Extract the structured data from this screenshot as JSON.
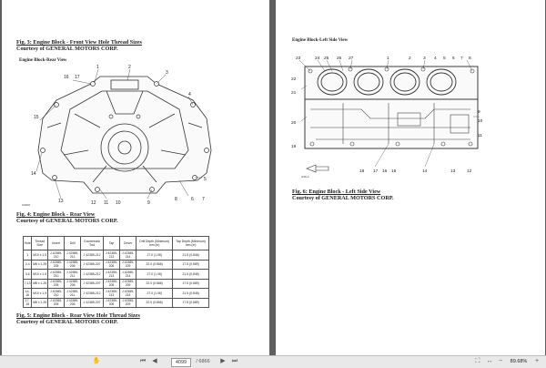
{
  "left_page": {
    "fig3_title": "Fig. 3: Engine Block - Front View Hole Thread Sizes",
    "fig3_courtesy": "Courtesy of GENERAL MOTORS CORP.",
    "rear_view_label": "Engine Block-Rear View",
    "rear_callouts": [
      "1",
      "2",
      "3",
      "4",
      "5",
      "6",
      "7",
      "8",
      "9",
      "10",
      "11",
      "12",
      "13",
      "14",
      "15",
      "16",
      "17"
    ],
    "rear_code": "G9600",
    "fig4_title": "Fig. 4: Engine Block - Rear View",
    "fig4_courtesy": "Courtesy of GENERAL MOTORS CORP.",
    "table": {
      "headers": [
        "Hole",
        "Thread Size",
        "Insert",
        "Drill",
        "Countersink Tool",
        "Tap",
        "Driver",
        "Drill Depth (Minimum) mm (in)",
        "Tap Depth (Minimum) mm (in)"
      ],
      "rows": [
        [
          "1",
          "M10 x 1.5",
          "J 42385-210",
          "J 42385-211",
          "J 42385-212",
          "J 42385-213",
          "J 42385-214",
          "27.0 (1.06)",
          "21.5 (0.846)"
        ],
        [
          "2-4",
          "M8 x 1.25",
          "J 42385-205",
          "J 42385-206",
          "J 42385-207",
          "J 42385-208",
          "J 42385-209",
          "22.0 (0.866)",
          "17.5 (0.689)"
        ],
        [
          "3-6",
          "M10 x 1.5",
          "J 42385-210",
          "J 42385-211",
          "J 42385-212",
          "J 42385-213",
          "J 42385-214",
          "27.0 (1.06)",
          "21.5 (0.846)"
        ],
        [
          "7-13",
          "M8 x 1.25",
          "J 42385-205",
          "J 42385-206",
          "J 42385-207",
          "J 42385-208",
          "J 42385-209",
          "22.0 (0.866)",
          "17.5 (0.689)"
        ],
        [
          "14-16",
          "M10 x 1.5",
          "J 42385-210",
          "J 42385-211",
          "J 42385-212",
          "J 42385-213",
          "J 42385-214",
          "27.0 (1.06)",
          "21.5 (0.846)"
        ],
        [
          "17-18",
          "M8 x 1.25",
          "J 42385-205",
          "J 42385-206",
          "J 42385-207",
          "J 42385-208",
          "J 42385-209",
          "22.0 (0.866)",
          "17.5 (0.689)"
        ]
      ]
    },
    "fig5_title": "Fig. 5: Engine Block - Rear View Hole Thread Sizes",
    "fig5_courtesy": "Courtesy of GENERAL MOTORS CORP."
  },
  "right_page": {
    "left_side_label": "Engine Block-Left Side View",
    "side_top_callouts": [
      "23",
      "24",
      "25",
      "26",
      "27",
      "1",
      "2",
      "3",
      "4",
      "5",
      "6",
      "7",
      "8"
    ],
    "side_left_callouts": [
      "22",
      "21",
      "20",
      "19"
    ],
    "side_right_callouts": [
      "9",
      "10",
      "11"
    ],
    "side_bottom_callouts": [
      "18",
      "17",
      "16",
      "15",
      "14",
      "13",
      "12"
    ],
    "side_code": "G96-A",
    "fig6_title": "Fig. 6: Engine Block - Left Side View",
    "fig6_courtesy": "Courtesy of GENERAL MOTORS CORP."
  },
  "toolbar": {
    "page_current": "4099",
    "page_total": "/ 6866",
    "zoom": "89.68%",
    "icons": [
      "hand-icon",
      "first-page-icon",
      "prev-page-icon",
      "next-page-icon",
      "last-page-icon",
      "fit-page-icon",
      "fit-width-icon",
      "zoom-out-icon",
      "zoom-in-icon"
    ]
  }
}
